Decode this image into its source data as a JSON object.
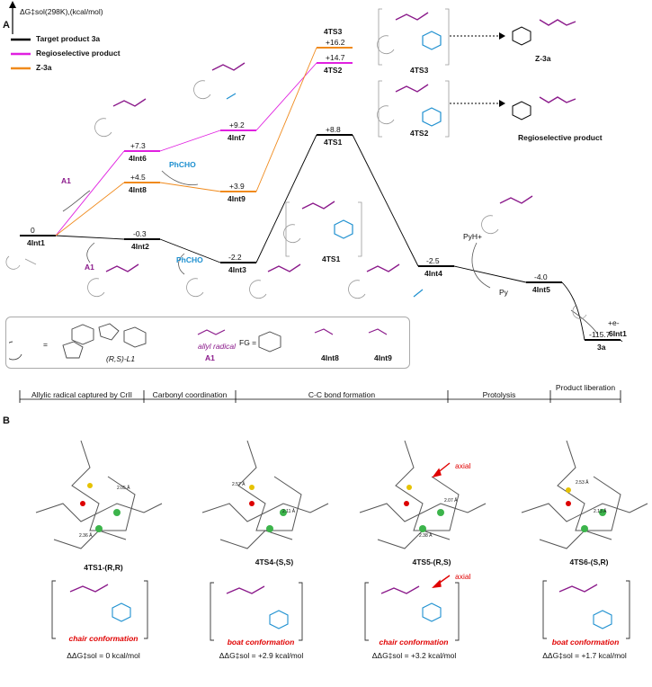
{
  "panel_a": "A",
  "panel_b": "B",
  "y_axis_label": "ΔG‡sol(298K),(kcal/mol)",
  "legend": [
    {
      "label": "Target product 3a",
      "color": "#000000"
    },
    {
      "label": "Regioselective product",
      "color": "#e020e0"
    },
    {
      "label": "Z-3a",
      "color": "#f08a1c"
    }
  ],
  "levels": [
    {
      "name": "4Int1",
      "value": "0"
    },
    {
      "name": "4Int2",
      "value": "-0.3"
    },
    {
      "name": "4Int3",
      "value": "-2.2"
    },
    {
      "name": "4TS1",
      "value": "+8.8"
    },
    {
      "name": "4Int4",
      "value": "-2.5"
    },
    {
      "name": "4Int5",
      "value": "-4.0"
    },
    {
      "name": "3a",
      "value": "-115.7"
    },
    {
      "name": "4Int6",
      "value": "+7.3"
    },
    {
      "name": "4Int7",
      "value": "+9.2"
    },
    {
      "name": "4TS2",
      "value": "+14.7"
    },
    {
      "name": "4Int8",
      "value": "+4.5"
    },
    {
      "name": "4Int9",
      "value": "+3.9"
    },
    {
      "name": "4TS3",
      "value": "+16.2"
    }
  ],
  "species": {
    "a1": "A1",
    "phcho": "PhCHO",
    "pyh": "PyH+",
    "py": "Py",
    "e": "+e-",
    "int1_end": "6Int1",
    "ts3": "4TS3",
    "ts2": "4TS2",
    "ts1": "4TS1",
    "z3a": "Z-3a",
    "regio": "Regioselective product"
  },
  "legend_box": {
    "ligand": "(R,S)-L1",
    "allyl": "allyl radical",
    "a1": "A1",
    "fg": "FG =",
    "int8": "4Int8",
    "int9": "4Int9"
  },
  "stages": [
    "Allylic radical captured by CrII",
    "Carbonyl coordination",
    "C-C bond formation",
    "Protolysis",
    "Product liberation"
  ],
  "structures": [
    {
      "name": "4TS1-(R,R)",
      "conf": "chair conformation",
      "ddg": "ΔΔG‡sol = 0 kcal/mol",
      "d1": "2.05 Å",
      "d2": "2.36 Å"
    },
    {
      "name": "4TS4-(S,S)",
      "conf": "boat conformation",
      "ddg": "ΔΔG‡sol = +2.9 kcal/mol",
      "d1": "2.57 Å",
      "d2": "2.11 Å"
    },
    {
      "name": "4TS5-(R,S)",
      "conf": "chair conformation",
      "ddg": "ΔΔG‡sol = +3.2 kcal/mol",
      "d1": "2.07 Å",
      "d2": "2.38 Å"
    },
    {
      "name": "4TS6-(S,R)",
      "conf": "boat conformation",
      "ddg": "ΔΔG‡sol = +1.7 kcal/mol",
      "d1": "2.53 Å",
      "d2": "2.13 Å"
    }
  ],
  "axial": "axial",
  "colors": {
    "black": "#000000",
    "magenta": "#e020e0",
    "orange": "#f08a1c",
    "purple": "#8b1a8b",
    "blue": "#1e90d0",
    "red": "#e00000"
  }
}
